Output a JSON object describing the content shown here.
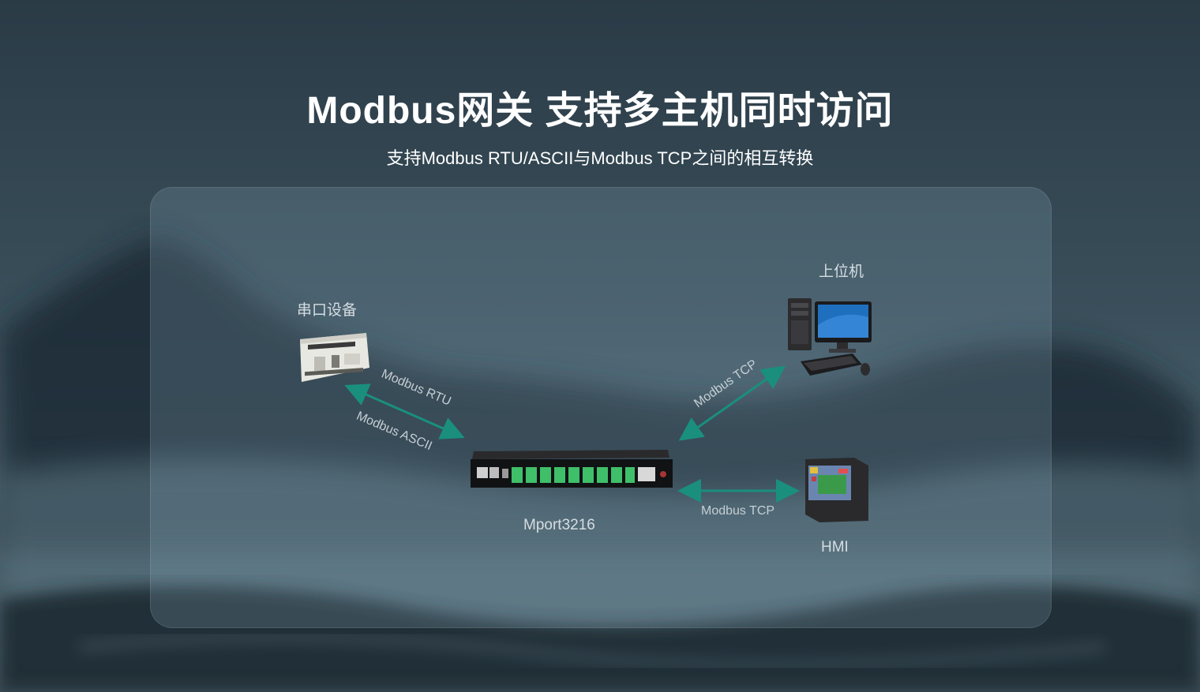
{
  "header": {
    "title": "Modbus网关 支持多主机同时访问",
    "subtitle": "支持Modbus RTU/ASCII与Modbus TCP之间的相互转换"
  },
  "nodes": {
    "serial_device": "串口设备",
    "host_pc": "上位机",
    "gateway": "Mport3216",
    "hmi": "HMI"
  },
  "edges": {
    "rtu": "Modbus RTU",
    "ascii": "Modbus ASCII",
    "tcp_pc": "Modbus TCP",
    "tcp_hmi": "Modbus TCP"
  },
  "colors": {
    "accent": "#1a8f7e",
    "terminal_green": "#3fbf6a"
  }
}
